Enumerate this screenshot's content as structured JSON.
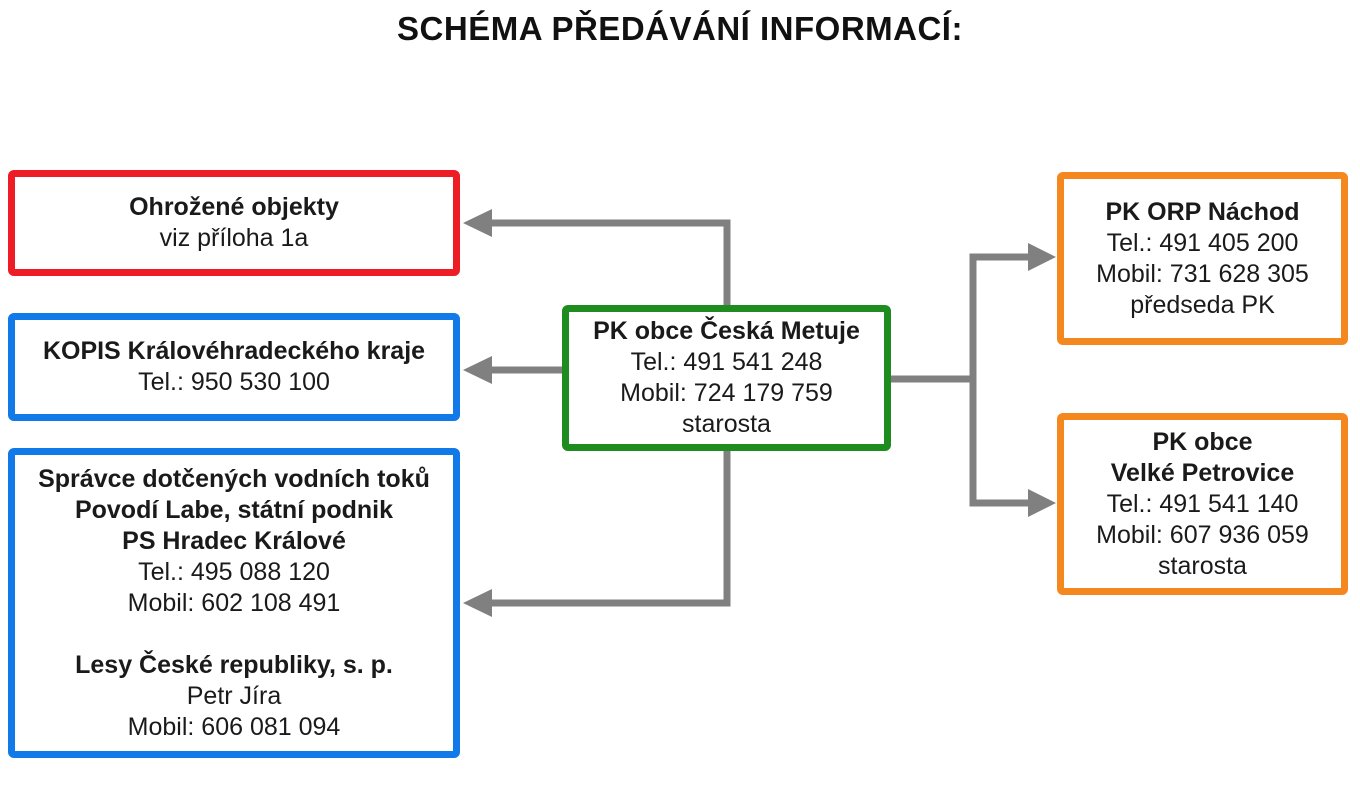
{
  "title": "SCHÉMA PŘEDÁVÁNÍ INFORMACÍ:",
  "colors": {
    "red": "#ee1c24",
    "blue": "#1179e8",
    "green": "#1f8c1f",
    "orange": "#f5871f",
    "arrow": "#808080"
  },
  "nodes": {
    "ohrozene_objekty": {
      "lines": [
        "Ohrožené objekty",
        "viz příloha 1a"
      ]
    },
    "kopis_khk": {
      "lines": [
        "KOPIS Královéhradeckého kraje",
        "Tel.: 950 530 100"
      ]
    },
    "spravce_vodnich_toku": {
      "lines": [
        "Správce dotčených vodních toků",
        "Povodí Labe, státní podnik",
        "PS Hradec Králové",
        "Tel.: 495 088 120",
        "Mobil: 602 108 491",
        "",
        "Lesy České republiky, s. p.",
        "Petr Jíra",
        "Mobil: 606 081 094"
      ]
    },
    "pk_obce_ceska_metuje": {
      "lines": [
        "PK obce Česká Metuje",
        "Tel.: 491 541 248",
        "Mobil: 724 179 759",
        "starosta"
      ]
    },
    "pk_orp_nachod": {
      "lines": [
        "PK ORP Náchod",
        "Tel.: 491 405 200",
        "Mobil: 731 628 305",
        "předseda PK"
      ]
    },
    "pk_obce_velke_petrovice": {
      "lines": [
        "PK obce",
        "Velké Petrovice",
        "Tel.: 491 541 140",
        "Mobil: 607 936 059",
        "starosta"
      ]
    }
  },
  "edges": [
    {
      "from": "pk_obce_ceska_metuje",
      "to": "ohrozene_objekty"
    },
    {
      "from": "pk_obce_ceska_metuje",
      "to": "kopis_khk"
    },
    {
      "from": "pk_obce_ceska_metuje",
      "to": "spravce_vodnich_toku"
    },
    {
      "from": "pk_obce_ceska_metuje",
      "to": "pk_orp_nachod"
    },
    {
      "from": "pk_obce_ceska_metuje",
      "to": "pk_obce_velke_petrovice"
    }
  ]
}
